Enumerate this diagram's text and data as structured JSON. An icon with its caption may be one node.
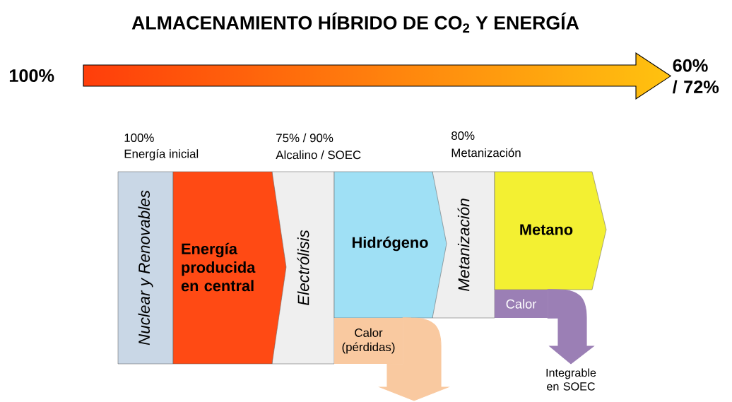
{
  "diagram": {
    "title": "ALMACENAMIENTO HÍBRIDO DE CO$_{2}$ Y ENERGÍA",
    "nodes": [
      {
        "text": [
          "100%"
        ]
      },
      {
        "text": [
          "60% / 72%"
        ]
      },
      {
        "text": [
          "Nuclear y Renovables"
        ]
      },
      {
        "text": [
          "Energía producida en central"
        ]
      },
      {
        "text": [
          "Electrólisis"
        ]
      },
      {
        "text": [
          "Hidrógeno"
        ]
      },
      {
        "text": [
          "Metanización"
        ]
      },
      {
        "text": [
          "Metano"
        ]
      },
      {
        "text": [
          "Calor (pérdidas)"
        ]
      },
      {
        "text": [
          "Calor"
        ]
      },
      {
        "text": [
          "Integrable en SOEC"
        ]
      }
    ],
    "edges": [
      {
        "from": 0,
        "to": 1,
        "arrow": "to",
        "style": "thick",
        "color": "#ff9a1a"
      },
      {
        "from": 8,
        "to": null,
        "arrow": "to",
        "style": "thick",
        "color": "#f9c9a0"
      },
      {
        "from": 9,
        "to": 10,
        "arrow": "to",
        "style": "thick",
        "color": "#9b7fb5"
      }
    ],
    "labels": [
      "100%",
      "Energía inicial",
      "75% / 90%",
      "Alcalino / SOEC",
      "80%",
      "Metanización"
    ]
  }
}
